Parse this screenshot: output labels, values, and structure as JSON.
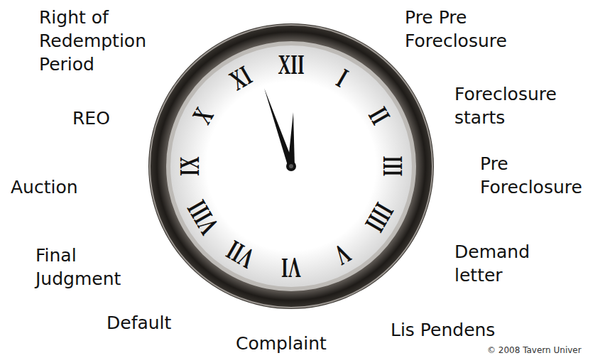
{
  "diagram": {
    "labels": [
      "XII",
      "I",
      "II",
      "III",
      "IIII",
      "V",
      "VI",
      "VII",
      "VIII",
      "IX",
      "X",
      "XI",
      "Right of Redemption Period",
      "Pre Pre Foreclosure",
      "Foreclosure starts",
      "Pre Foreclosure",
      "Demand letter",
      "Lis Pendens",
      "Complaint",
      "Default",
      "Final Judgment",
      "Auction",
      "REO",
      "© 2008 Tavern Univer"
    ]
  }
}
